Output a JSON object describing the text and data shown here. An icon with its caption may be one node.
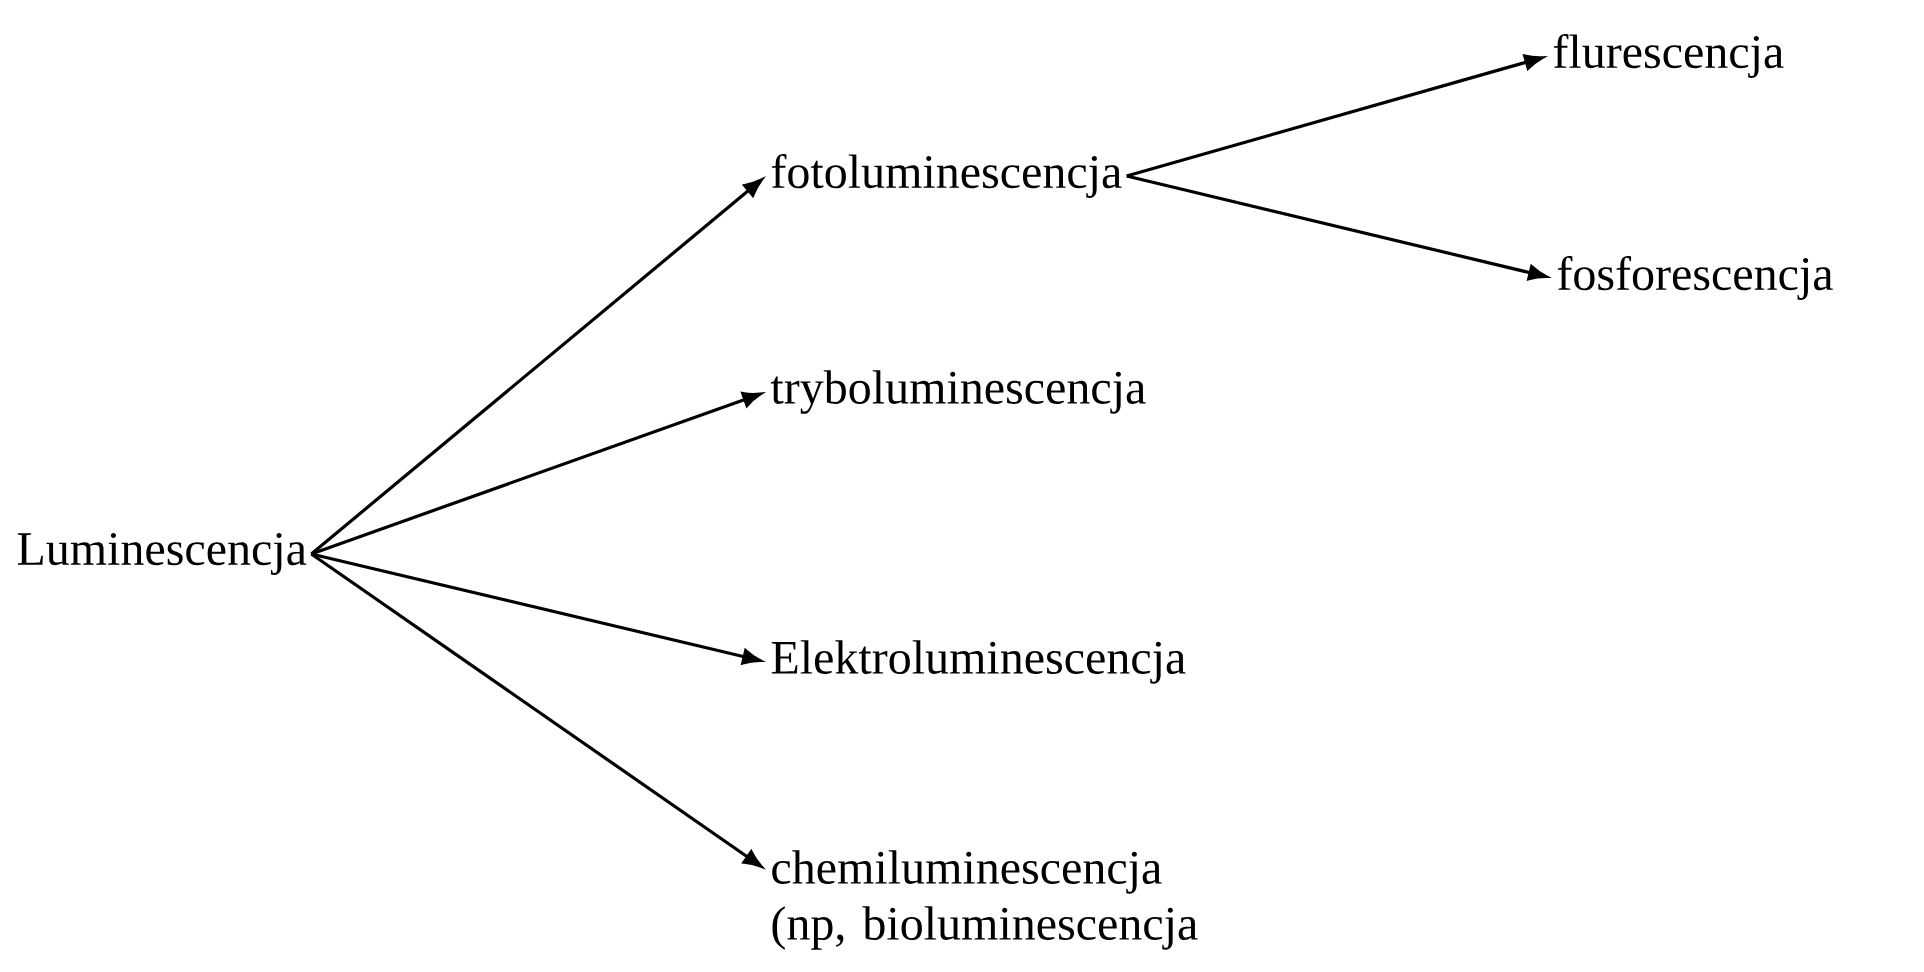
{
  "diagram": {
    "nodes": [
      {
        "text": [
          "Luminescencja"
        ]
      },
      {
        "text": [
          "fotoluminescencja"
        ]
      },
      {
        "text": [
          "tryboluminescencja"
        ]
      },
      {
        "text": [
          "Elektroluminescencja"
        ]
      },
      {
        "text": [
          "chemiluminescencja (np, bioluminescencja"
        ]
      },
      {
        "text": [
          "flurescencja"
        ]
      },
      {
        "text": [
          "fosforescencja"
        ]
      }
    ],
    "edges": [
      {
        "from": 0,
        "to": 1,
        "arrow": "to"
      },
      {
        "from": 0,
        "to": 2,
        "arrow": "to"
      },
      {
        "from": 0,
        "to": 3,
        "arrow": "to"
      },
      {
        "from": 0,
        "to": 4,
        "arrow": "to"
      },
      {
        "from": 1,
        "to": 5,
        "arrow": "to"
      },
      {
        "from": 1,
        "to": 6,
        "arrow": "to"
      }
    ]
  }
}
